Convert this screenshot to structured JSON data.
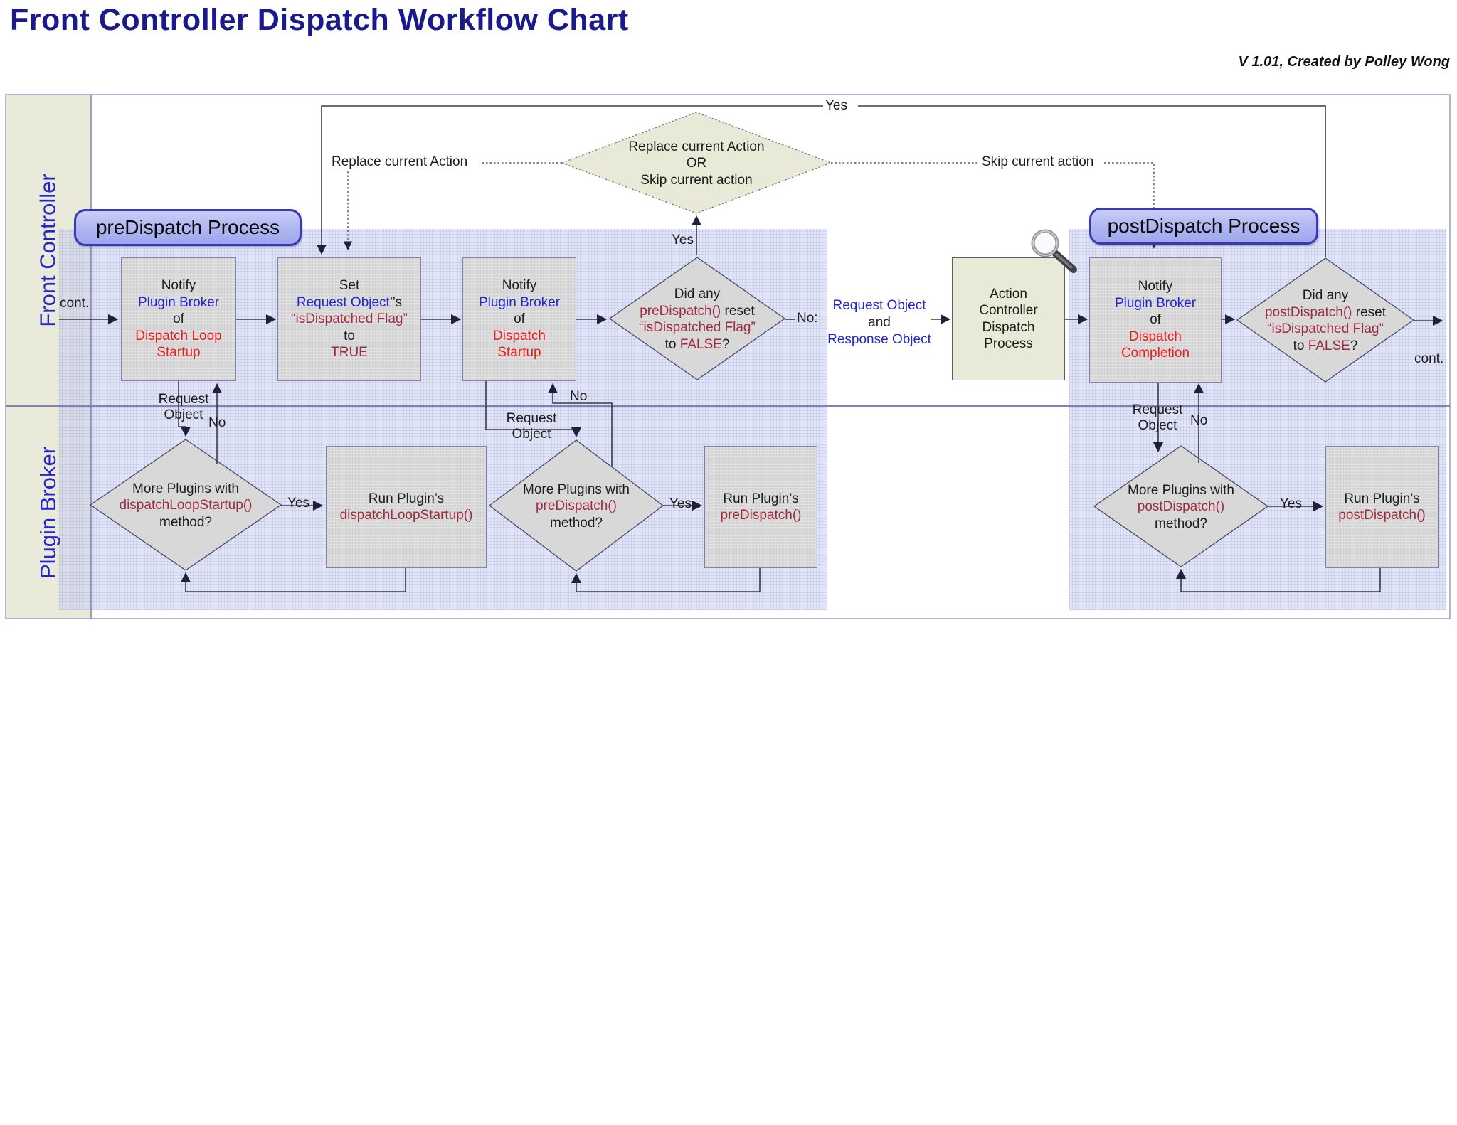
{
  "header": {
    "title": "Front Controller Dispatch Workflow Chart",
    "version": "V 1.01, Created by Polley Wong"
  },
  "lanes": {
    "top": "Front Controller",
    "bottom": "Plugin Broker"
  },
  "pills": {
    "pre": "preDispatch Process",
    "post": "postDispatch Process"
  },
  "nodes": {
    "notify_loop_startup": {
      "l1": "Notify",
      "l2": "Plugin Broker",
      "l3": "of",
      "l4": "Dispatch Loop",
      "l5": "Startup"
    },
    "set_flag": {
      "l1": "Set",
      "l2a": "Request Object",
      "l2b": "’’s",
      "l3": "“isDispatched Flag”",
      "l4": "to",
      "l5": "TRUE"
    },
    "notify_dispatch_startup": {
      "l1": "Notify",
      "l2": "Plugin Broker",
      "l3": "of",
      "l4": "Dispatch",
      "l5": "Startup"
    },
    "pre_decision": {
      "l1": "Did any",
      "l2a": "preDispatch()",
      "l2b": " reset",
      "l3": "“isDispatched Flag”",
      "l4a": "to ",
      "l4b": "FALSE",
      "l4c": "?"
    },
    "action_dispatch": {
      "l1": "Action",
      "l2": "Controller",
      "l3": "Dispatch",
      "l4": "Process"
    },
    "notify_completion": {
      "l1": "Notify",
      "l2": "Plugin Broker",
      "l3": "of",
      "l4": "Dispatch",
      "l5": "Completion"
    },
    "post_decision": {
      "l1": "Did any",
      "l2a": "postDispatch()",
      "l2b": " reset",
      "l3": "“isDispatched Flag”",
      "l4a": "to ",
      "l4b": "FALSE",
      "l4c": "?"
    },
    "top_decision": {
      "l1": "Replace current Action",
      "l2": "OR",
      "l3": "Skip current action"
    },
    "loop1_decision": {
      "l1": "More Plugins with",
      "l2": "dispatchLoopStartup()",
      "l3": "method?"
    },
    "run_loop_startup": {
      "l1": "Run Plugin’s",
      "l2": "dispatchLoopStartup()"
    },
    "pre_loop_decision": {
      "l1": "More Plugins with",
      "l2": "preDispatch()",
      "l3": "method?"
    },
    "run_predispatch": {
      "l1": "Run Plugin’s",
      "l2": "preDispatch()"
    },
    "post_loop_decision": {
      "l1": "More Plugins with",
      "l2": "postDispatch()",
      "l3": "method?"
    },
    "run_postdispatch": {
      "l1": "Run Plugin’s",
      "l2": "postDispatch()"
    }
  },
  "edge_labels": {
    "cont_in": "cont.",
    "cont_out": "cont.",
    "yes_top": "Yes",
    "yes_mid": "Yes",
    "no_colon": "No:",
    "replace": "Replace current Action",
    "skip": "Skip current action",
    "req_resp": {
      "l1": "Request Object",
      "l2": "and",
      "l3": "Response Object"
    },
    "req1": {
      "l1": "Request",
      "l2": "Object"
    },
    "req2": {
      "l1": "Request",
      "l2": "Object"
    },
    "req3": {
      "l1": "Request",
      "l2": "Object"
    },
    "no1": "No",
    "no2": "No",
    "no3": "No",
    "yes1": "Yes",
    "yes2": "Yes",
    "yes3": "Yes"
  },
  "icons": {
    "magnifier": "magnifier-icon"
  },
  "colors": {
    "title": "#1a1a8c",
    "lane_label": "#2525cd",
    "blue_text": "#2525cd",
    "red_text": "#ee1c1c",
    "maroon_text": "#9e2b42",
    "region_fill": "#cdd2ef",
    "lane_strip": "#eaeada",
    "pill_fill": "#aeb5f1",
    "pill_border": "#3939b8",
    "node_fill": "#d8d8d9",
    "frame": "#9a9acb"
  }
}
